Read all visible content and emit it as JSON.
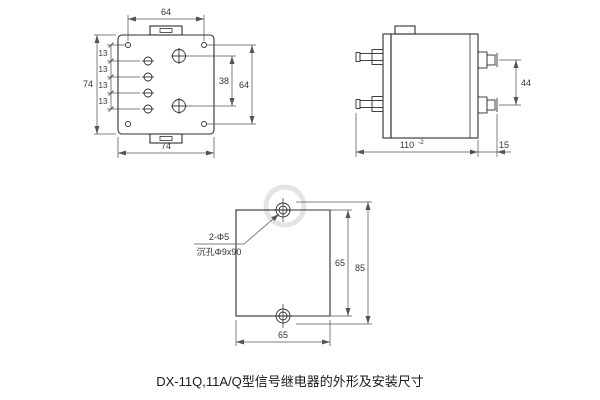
{
  "caption": "DX-11Q,11A/Q型信号继电器的外形及安装尺寸",
  "front_view": {
    "dim_top_width": "64",
    "dim_overall_height": "74",
    "dim_pitch_labels": [
      "13",
      "13",
      "13",
      "13"
    ],
    "dim_terminal_span": "38",
    "dim_mount_span": "64",
    "dim_overall_width": "74"
  },
  "side_view": {
    "dim_terminal_span": "44",
    "dim_depth_value": "110",
    "dim_depth_tolerance": "-2",
    "dim_terminal_protrusion": "15"
  },
  "drilling_plan": {
    "hole_callout_line1": "2-Φ5",
    "hole_callout_line2": "沉孔Φ9x90",
    "dim_hole_spacing": "65",
    "dim_overall": "85",
    "dim_width": "65"
  }
}
